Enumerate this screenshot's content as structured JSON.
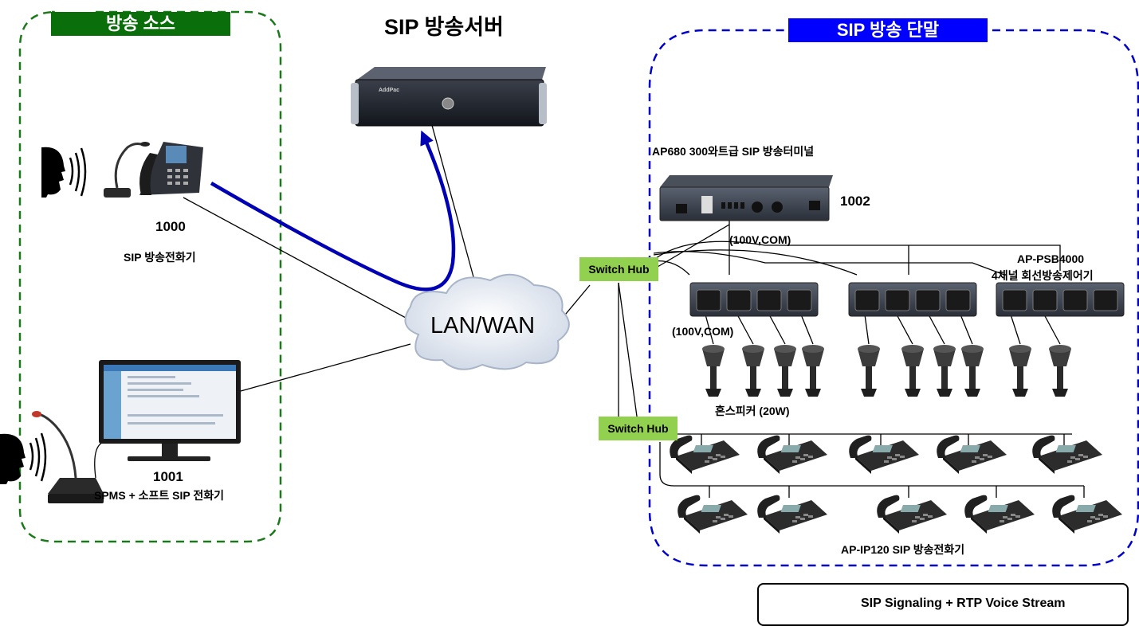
{
  "header": {
    "title": "SIP 방송서버"
  },
  "source_group": {
    "label": "방송 소스",
    "color": "#0a6e0a"
  },
  "terminal_group": {
    "label": "SIP 방송 단말",
    "color": "#0000ff"
  },
  "source1": {
    "id": "1000",
    "name": "SIP 방송전화기"
  },
  "source2": {
    "id": "1001",
    "name": "SPMS +  소프트 SIP 전화기"
  },
  "network": {
    "label": "LAN/WAN"
  },
  "terminal": {
    "name": "AP680 300와트급 SIP 방송터미널",
    "id": "1002",
    "conn": "(100V,COM)"
  },
  "controller": {
    "model": "AP-PSB4000",
    "desc": "4채널 회선방송제어기",
    "conn": "(100V,COM)"
  },
  "hubs": [
    "Switch Hub",
    "Switch Hub"
  ],
  "speaker": {
    "label": "혼스피커 (20W)"
  },
  "phones": {
    "label": "AP-IP120 SIP 방송전화기"
  },
  "legend": {
    "label": "SIP Signaling + RTP Voice Stream",
    "color": "#0000b4"
  }
}
